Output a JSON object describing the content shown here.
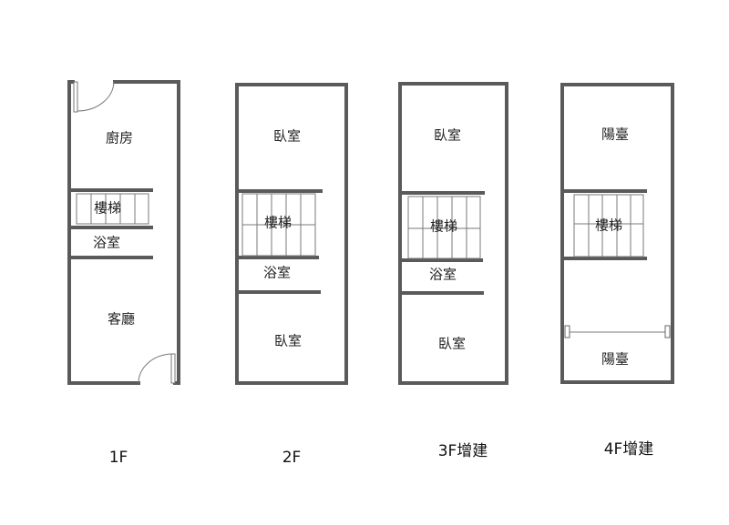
{
  "floors": [
    {
      "label": "1F",
      "rooms": [
        "廚房",
        "樓梯",
        "浴室",
        "客廳"
      ]
    },
    {
      "label": "2F",
      "rooms": [
        "臥室",
        "樓梯",
        "浴室",
        "臥室"
      ]
    },
    {
      "label": "3F增建",
      "rooms": [
        "臥室",
        "樓梯",
        "浴室",
        "臥室"
      ]
    },
    {
      "label": "4F增建",
      "rooms": [
        "陽臺",
        "樓梯",
        "陽臺"
      ]
    }
  ],
  "colors": {
    "wall": "#5a5a5a"
  }
}
